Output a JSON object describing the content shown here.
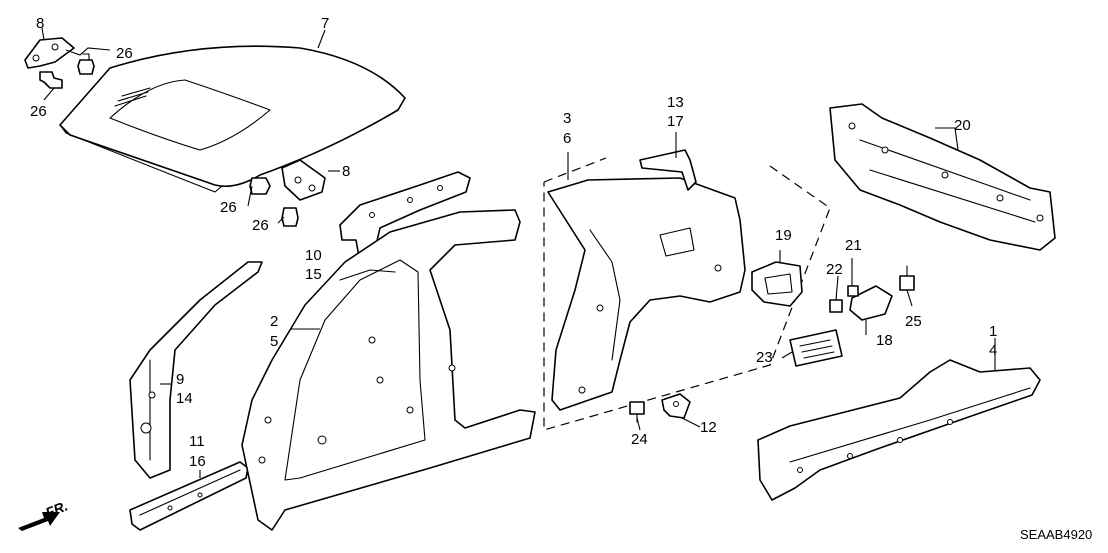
{
  "diagram_code": "SEAAB4920",
  "front_indicator": "FR.",
  "callouts": {
    "c1": "1",
    "c2": "2",
    "c3": "3",
    "c4": "4",
    "c5": "5",
    "c6": "6",
    "c7": "7",
    "c8a": "8",
    "c8b": "8",
    "c9": "9",
    "c10": "10",
    "c11": "11",
    "c12": "12",
    "c13": "13",
    "c14": "14",
    "c15": "15",
    "c16": "16",
    "c17": "17",
    "c18": "18",
    "c19": "19",
    "c20": "20",
    "c21": "21",
    "c22": "22",
    "c23": "23",
    "c24": "24",
    "c25": "25",
    "c26a": "26",
    "c26b": "26",
    "c26c": "26",
    "c26d": "26"
  }
}
